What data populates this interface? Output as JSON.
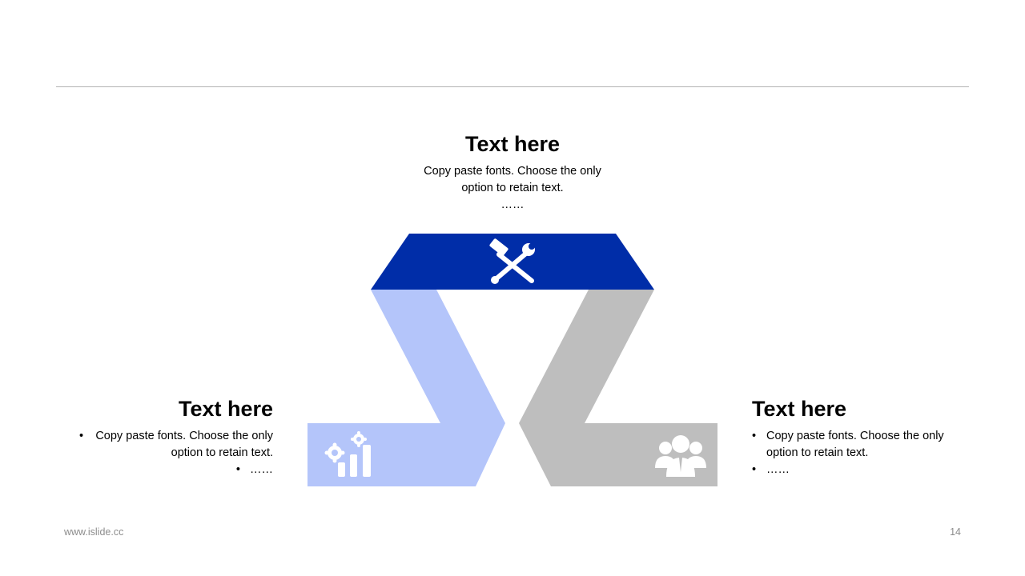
{
  "colors": {
    "accent_dark": "#002DA8",
    "accent_light": "#B4C5FA",
    "neutral": "#BEBEBE",
    "icon": "#FFFFFF"
  },
  "top": {
    "title": "Text here",
    "lines": [
      "Copy paste fonts. Choose the only",
      "option to retain text.",
      "……"
    ],
    "icon": "tools-icon"
  },
  "left": {
    "title": "Text here",
    "bullets": [
      "Copy paste fonts. Choose the only option to retain text.",
      "……"
    ],
    "icon": "growth-chart-icon"
  },
  "right": {
    "title": "Text here",
    "bullets": [
      "Copy paste fonts. Choose the only option to retain text.",
      "……"
    ],
    "icon": "team-icon"
  },
  "footer": {
    "url": "www.islide.cc",
    "page": "14"
  }
}
